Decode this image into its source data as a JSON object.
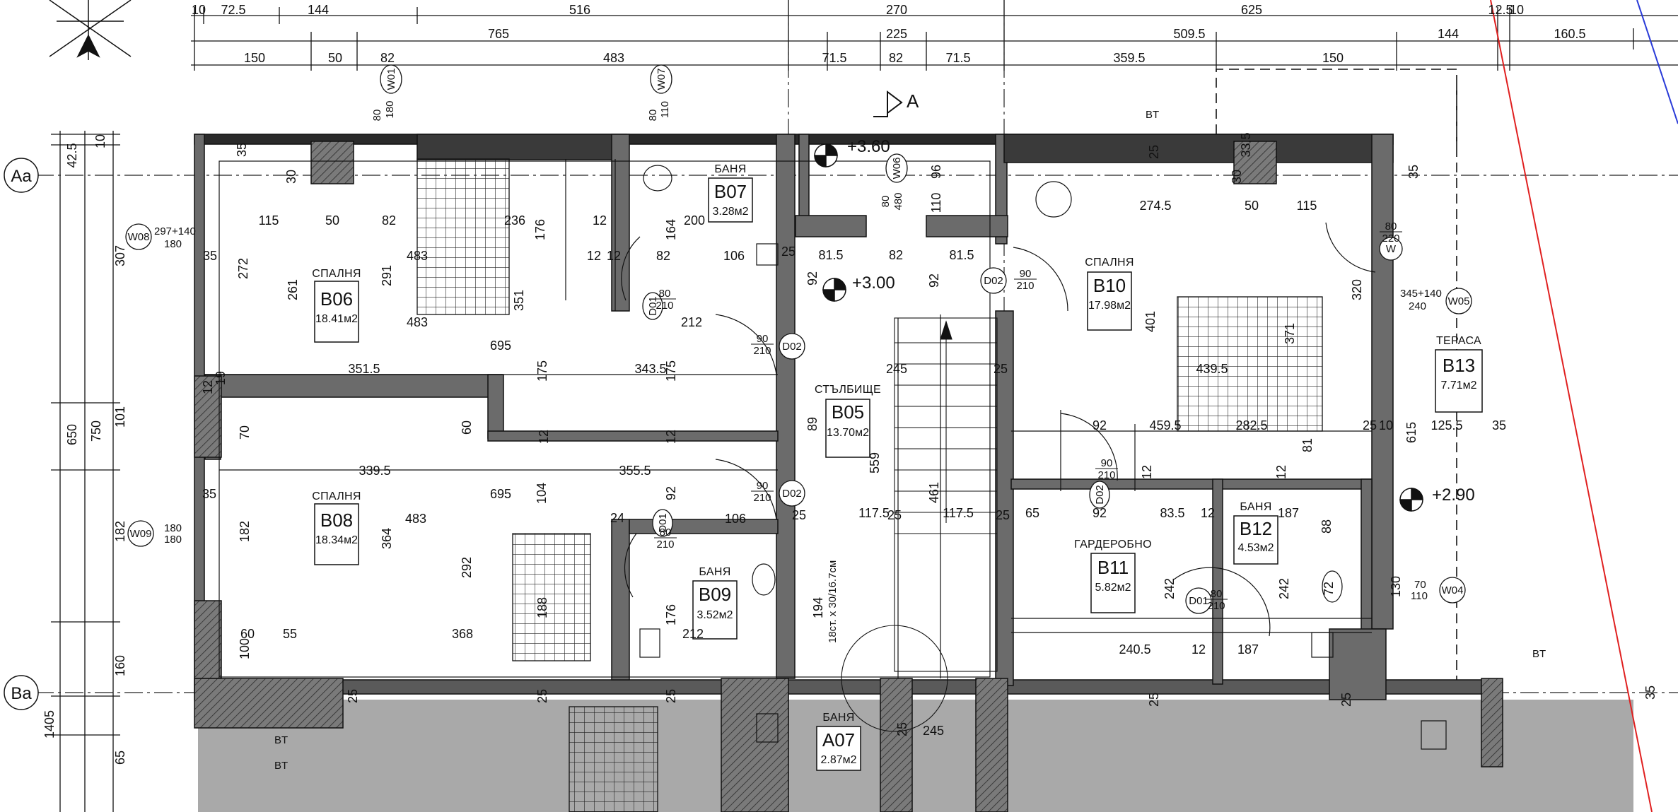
{
  "section_marker": "A",
  "axes": {
    "top": "Aa",
    "bottom": "Ba"
  },
  "elevations": [
    {
      "id": "elev-1",
      "value": "+3.60"
    },
    {
      "id": "elev-2",
      "value": "+3.00"
    },
    {
      "id": "elev-3",
      "value": "+2.90"
    }
  ],
  "rooms": [
    {
      "id": "room-b06",
      "name": "СПАЛНЯ",
      "code": "B06",
      "area": "18.41м2"
    },
    {
      "id": "room-b07",
      "name": "БАНЯ",
      "code": "B07",
      "area": "3.28м2"
    },
    {
      "id": "room-b05",
      "name": "СТЪЛБИЩЕ",
      "code": "B05",
      "area": "13.70м2"
    },
    {
      "id": "room-b10",
      "name": "СПАЛНЯ",
      "code": "B10",
      "area": "17.98м2"
    },
    {
      "id": "room-b13",
      "name": "ТЕРАСА",
      "code": "B13",
      "area": "7.71м2"
    },
    {
      "id": "room-b08",
      "name": "СПАЛНЯ",
      "code": "B08",
      "area": "18.34м2"
    },
    {
      "id": "room-b09",
      "name": "БАНЯ",
      "code": "B09",
      "area": "3.52м2"
    },
    {
      "id": "room-b11",
      "name": "ГАРДЕРОБНО",
      "code": "B11",
      "area": "5.82м2"
    },
    {
      "id": "room-b12",
      "name": "БАНЯ",
      "code": "B12",
      "area": "4.53м2"
    },
    {
      "id": "room-a07",
      "name": "БАНЯ",
      "code": "A07",
      "area": "2.87м2"
    }
  ],
  "tags": [
    {
      "id": "tag-w01",
      "text": "W01"
    },
    {
      "id": "tag-w07",
      "text": "W07"
    },
    {
      "id": "tag-w06",
      "text": "W06"
    },
    {
      "id": "tag-w08",
      "text": "W08"
    },
    {
      "id": "tag-w09",
      "text": "W09"
    },
    {
      "id": "tag-w05",
      "text": "W05"
    },
    {
      "id": "tag-w04",
      "text": "W04"
    },
    {
      "id": "tag-d01a",
      "text": "D01"
    },
    {
      "id": "tag-d02a",
      "text": "D02"
    },
    {
      "id": "tag-d02b",
      "text": "D02"
    },
    {
      "id": "tag-d02c",
      "text": "D02"
    },
    {
      "id": "tag-d02d",
      "text": "D02"
    },
    {
      "id": "tag-d01b",
      "text": "D01"
    },
    {
      "id": "tag-d01c",
      "text": "D01"
    },
    {
      "id": "tag-w-small",
      "text": "W"
    }
  ],
  "labels": [
    {
      "id": "lbl-bt1",
      "text": "BT"
    },
    {
      "id": "lbl-bt2",
      "text": "BT"
    },
    {
      "id": "lbl-bt3",
      "text": "BT"
    },
    {
      "id": "lbl-bt4",
      "text": "BT"
    },
    {
      "id": "lbl-stair",
      "text": "18ст. x 30/16.7см"
    },
    {
      "id": "lbl-w08-size",
      "text": "297+140"
    },
    {
      "id": "lbl-w08-h",
      "text": "180"
    },
    {
      "id": "lbl-w09-size",
      "text": "180"
    },
    {
      "id": "lbl-w09-h",
      "text": "180"
    },
    {
      "id": "lbl-w05-size",
      "text": "345+140"
    },
    {
      "id": "lbl-w05-h",
      "text": "240"
    },
    {
      "id": "lbl-w04-size",
      "text": "70"
    },
    {
      "id": "lbl-w04-h",
      "text": "110"
    }
  ],
  "dimensions": {
    "top1": [
      "10",
      "72.5",
      "144",
      "516",
      "270",
      "625",
      "12.5",
      "10"
    ],
    "top2": [
      "765",
      "225",
      "509.5",
      "144",
      "160.5"
    ],
    "top3": [
      "150",
      "50",
      "82",
      "483",
      "71.5",
      "82",
      "71.5",
      "359.5",
      "150"
    ],
    "left": [
      "42.5",
      "10",
      "307",
      "650",
      "750",
      "101",
      "182",
      "160",
      "65",
      "1405"
    ],
    "interior": [
      "35",
      "30",
      "115",
      "50",
      "82",
      "236",
      "176",
      "12",
      "164",
      "200",
      "106",
      "25",
      "12",
      "12",
      "82",
      "35",
      "272",
      "261",
      "291",
      "483",
      "351",
      "483",
      "212",
      "695",
      "351.5",
      "343.5",
      "175",
      "175",
      "12",
      "19",
      "70",
      "60",
      "12",
      "12",
      "89",
      "339.5",
      "355.5",
      "695",
      "35",
      "182",
      "483",
      "364",
      "104",
      "92",
      "106",
      "24",
      "292",
      "188",
      "176",
      "212",
      "368",
      "60",
      "55",
      "100",
      "25",
      "25",
      "25",
      "81.5",
      "82",
      "81.5",
      "92",
      "92",
      "245",
      "25",
      "117.5",
      "117.5",
      "559",
      "461",
      "194",
      "25",
      "25",
      "25",
      "274.5",
      "50",
      "115",
      "25",
      "30",
      "33.5",
      "96",
      "110",
      "35",
      "320",
      "401",
      "371",
      "439.5",
      "459.5",
      "282.5",
      "92",
      "12",
      "12",
      "81",
      "615",
      "125.5",
      "35",
      "25",
      "10",
      "65",
      "92",
      "83.5",
      "12",
      "187",
      "88",
      "242",
      "242",
      "72",
      "240.5",
      "12",
      "187",
      "130",
      "245",
      "25",
      "25",
      "25",
      "35"
    ]
  },
  "door_sizes": [
    {
      "id": "ds-1",
      "w": "90",
      "h": "210"
    },
    {
      "id": "ds-2",
      "w": "90",
      "h": "210"
    },
    {
      "id": "ds-3",
      "w": "90",
      "h": "210"
    },
    {
      "id": "ds-4",
      "w": "80",
      "h": "210"
    },
    {
      "id": "ds-5",
      "w": "80",
      "h": "210"
    },
    {
      "id": "ds-6",
      "w": "80",
      "h": "220"
    },
    {
      "id": "ds-7",
      "w": "90",
      "h": "210"
    },
    {
      "id": "ds-8",
      "w": "80",
      "h": "210"
    }
  ],
  "window_sizes": [
    {
      "id": "ws-1",
      "w": "80",
      "h": "180"
    },
    {
      "id": "ws-2",
      "w": "80",
      "h": "110"
    },
    {
      "id": "ws-3",
      "w": "80",
      "h": "480"
    }
  ],
  "colors": {
    "wall": "#6b6b6b",
    "wall_dark": "#2a2a2a",
    "line": "#111111",
    "shade": "#a8a8a8",
    "red": "#e02020",
    "blue": "#2a3bd8"
  }
}
